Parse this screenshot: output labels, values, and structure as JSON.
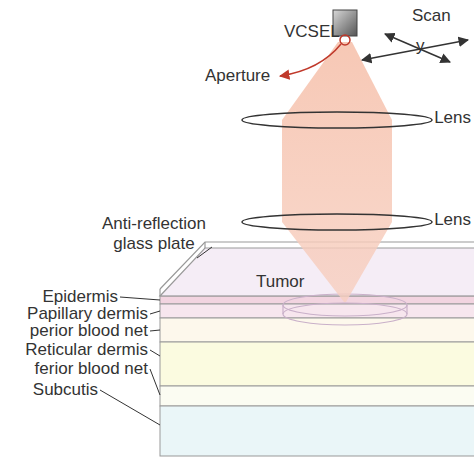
{
  "diagram": {
    "labels": [
      "VCSEL",
      "Aperture",
      "Scan",
      "y",
      "Lens",
      "Lens",
      "Anti-reflection glass plate",
      "Tumor",
      "Epidermis",
      "Papillary dermis",
      "perior blood net",
      "Reticular dermis",
      "ferior blood net",
      "Subcutis"
    ]
  }
}
